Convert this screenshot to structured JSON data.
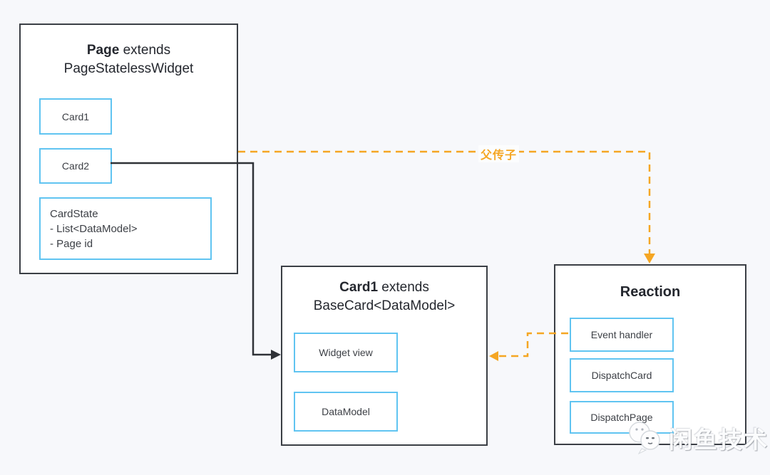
{
  "diagram": {
    "page": {
      "title_bold": "Page",
      "title_rest": " extends",
      "title_line2": "PageStatelessWidget",
      "card1": "Card1",
      "card2": "Card2",
      "state_line1": "CardState",
      "state_line2": "- List<DataModel>",
      "state_line3": "- Page id"
    },
    "card1": {
      "title_bold": "Card1",
      "title_rest": " extends",
      "title_line2": "BaseCard<DataModel>",
      "widget_view": "Widget view",
      "data_model": "DataModel"
    },
    "reaction": {
      "title": "Reaction",
      "event_handler": "Event handler",
      "dispatch_card": "DispatchCard",
      "dispatch_page": "DispatchPage"
    },
    "edges": {
      "parent_to_child_label": "父传子"
    },
    "colors": {
      "background": "#f7f8fb",
      "outer_border": "#3b3f45",
      "inner_border": "#60c4f1",
      "arrow_black": "#2f3237",
      "arrow_orange": "#f5a623"
    }
  },
  "watermark": {
    "text": "闲鱼技术",
    "logo": "xianyu-mascot-icon"
  }
}
